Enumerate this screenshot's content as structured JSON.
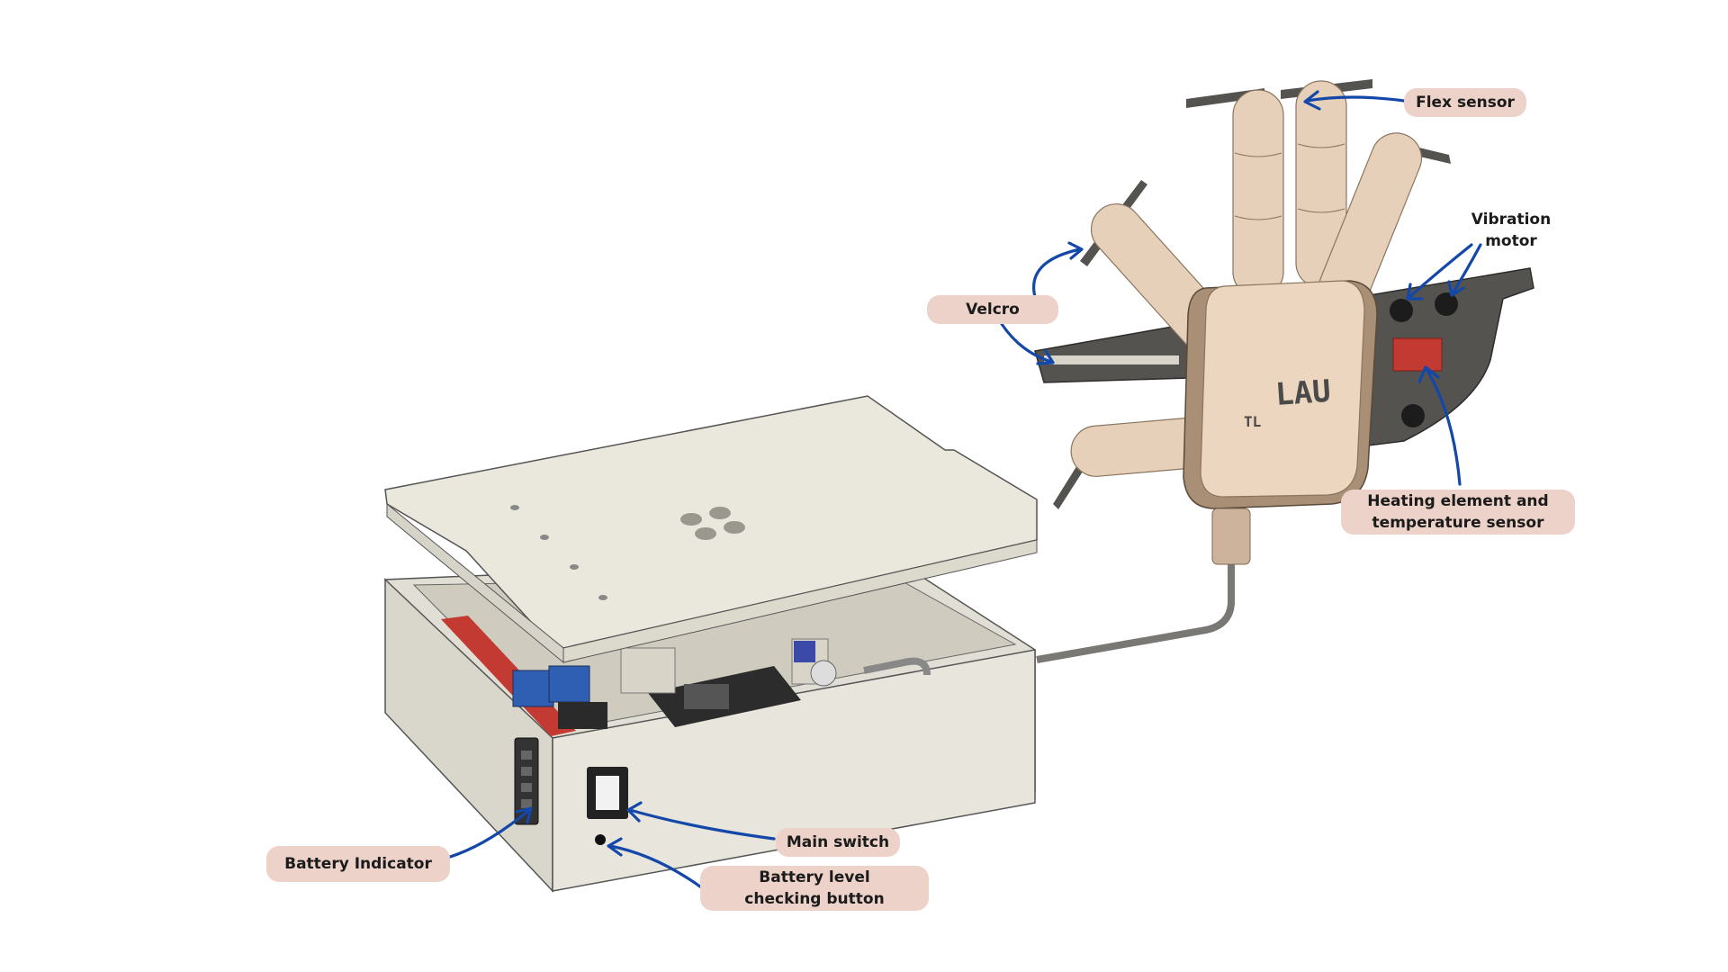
{
  "labels": {
    "flex_sensor": "Flex sensor",
    "vibration_motor": "Vibration motor",
    "velcro": "Velcro",
    "heating_element_line1": "Heating element and",
    "heating_element_line2": "temperature sensor",
    "battery_indicator": "Battery Indicator",
    "main_switch": "Main switch",
    "battery_level_line1": "Battery level",
    "battery_level_line2": "checking button"
  },
  "logo_text": {
    "main": "LAU",
    "sub": "TL"
  },
  "colors": {
    "label_bg": "#ecd2c8",
    "arrow": "#1347a8",
    "box": "#e9e7dd",
    "finger": "#e6d0b9",
    "plate": "#555350",
    "accent_red": "#c23a31"
  },
  "icons": [
    "arrow-icon"
  ]
}
